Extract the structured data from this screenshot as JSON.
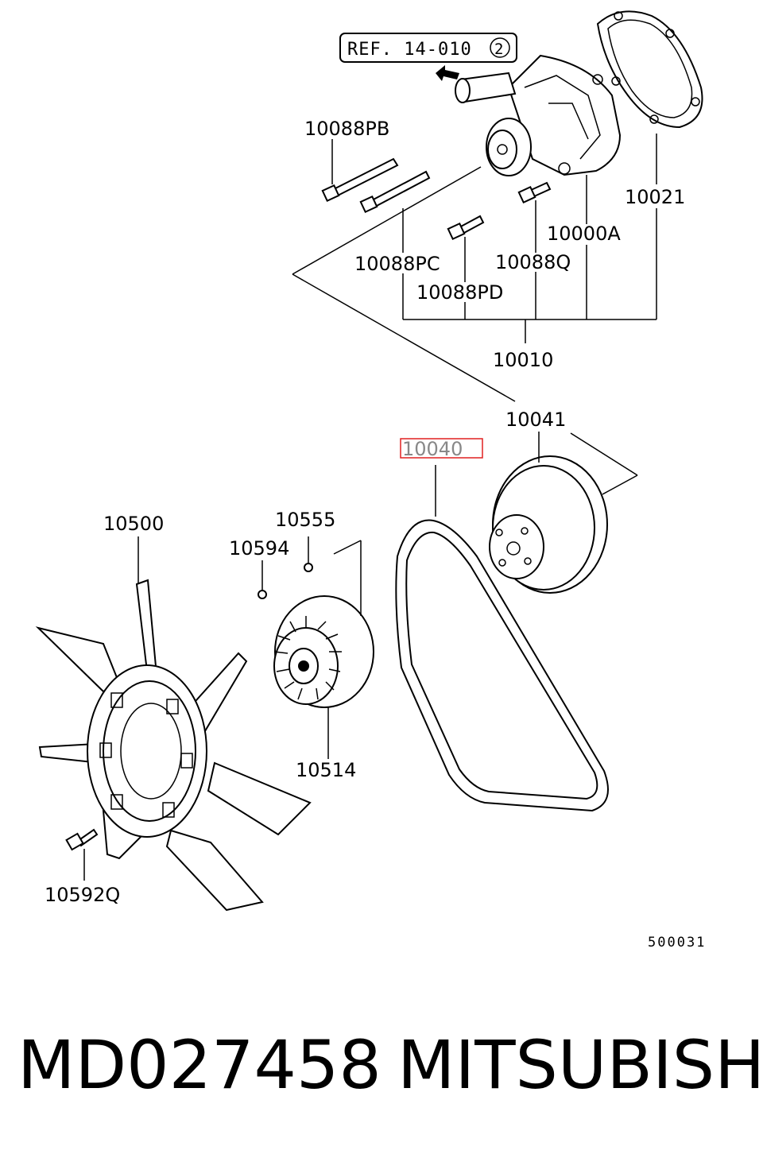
{
  "diagram": {
    "reference": {
      "text": "REF. 14-010",
      "circled": "2"
    },
    "labels": {
      "p10088PB": "10088PB",
      "p10021": "10021",
      "p10000A": "10000A",
      "p10088PC": "10088PC",
      "p10088Q": "10088Q",
      "p10088PD": "10088PD",
      "p10010": "10010",
      "p10041": "10041",
      "p10040": "10040",
      "p10500": "10500",
      "p10555": "10555",
      "p10594": "10594",
      "p10514": "10514",
      "p10592Q": "10592Q"
    },
    "highlight_color": "#e02020",
    "diagram_code": "500031"
  },
  "caption": {
    "part_number": "MD027458",
    "brand": "MITSUBISHI"
  }
}
